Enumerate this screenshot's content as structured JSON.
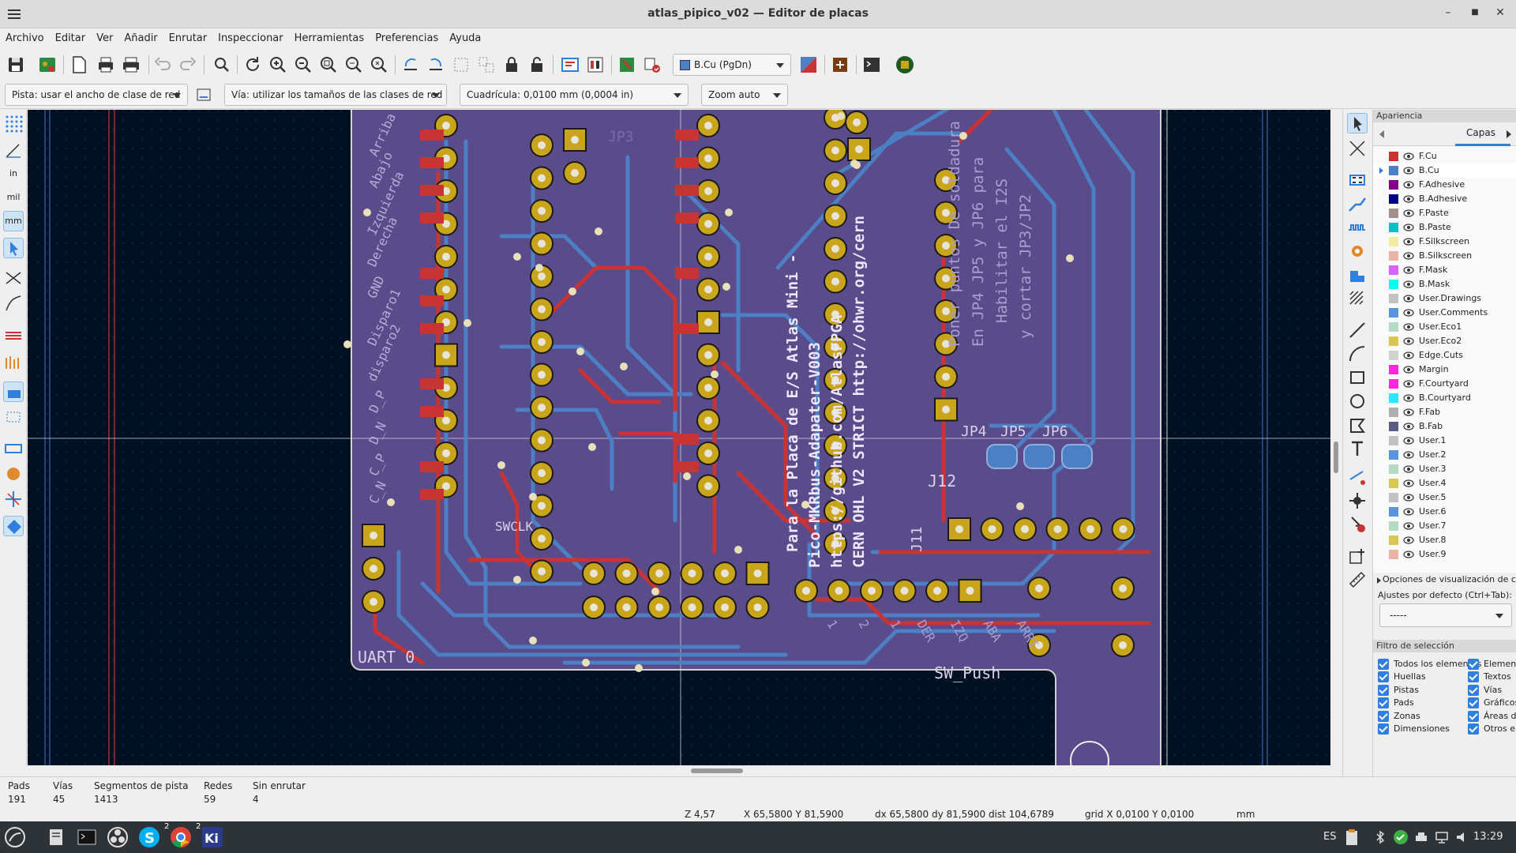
{
  "window": {
    "title": "atlas_pipico_v02 — Editor de placas"
  },
  "menu": [
    "Archivo",
    "Editar",
    "Ver",
    "Añadir",
    "Enrutar",
    "Inspeccionar",
    "Herramientas",
    "Preferencias",
    "Ayuda"
  ],
  "toolbar": {
    "layer_select": "B.Cu (PgDn)",
    "track_width": "Pista: usar el ancho de clase de red",
    "via_size": "Vía: utilizar los tamaños de las clases de red",
    "grid": "Cuadrícula: 0,0100 mm (0,0004 in)",
    "zoom": "Zoom auto"
  },
  "left_toolbar": {
    "in_label": "in",
    "mil_label": "mil",
    "mm_label": "mm"
  },
  "pcb_text": {
    "uart": "UART 0",
    "j12": "J12",
    "j11": "J11",
    "jp4": "JP4",
    "jp5": "JP5",
    "jp6": "JP6",
    "jp3": "JP3",
    "sw_push": "SW_Push",
    "swclk": "SWCLK",
    "note_es": "Poner puntos De soldadura",
    "note_es2": "En JP4 JP5 y JP6 para",
    "note_es3": "Habilitar el I2S",
    "note_es4": "y cortar JP3/JP2",
    "board_title": "Para la Placa de E/S Atlas Mini -",
    "board_sub": "Pico-MKRbus-Adapater-V003",
    "url1": "https://github.com/AtlasFPGA",
    "url2": "CERN OHL V2 STRICT http://ohwr.org/cern",
    "left_labels": [
      "Arriba",
      "Abajo",
      "Izquierda",
      "Derecha",
      "GND",
      "Disparo1",
      "disparo2",
      "D_P",
      "D_N",
      "C_P",
      "C_N"
    ],
    "bottom_labels": [
      "1",
      "2",
      "1",
      "DER",
      "IZQ",
      "ABA",
      "ARRI"
    ]
  },
  "appearance": {
    "header": "Apariencia",
    "tab": "Capas",
    "layers": [
      {
        "name": "F.Cu",
        "color": "#c83434"
      },
      {
        "name": "B.Cu",
        "color": "#4d7fc4"
      },
      {
        "name": "F.Adhesive",
        "color": "#84008b"
      },
      {
        "name": "B.Adhesive",
        "color": "#000084"
      },
      {
        "name": "F.Paste",
        "color": "#a09090"
      },
      {
        "name": "B.Paste",
        "color": "#00c2c2"
      },
      {
        "name": "F.Silkscreen",
        "color": "#f2eda1"
      },
      {
        "name": "B.Silkscreen",
        "color": "#e8b2a7"
      },
      {
        "name": "F.Mask",
        "color": "#d864ff"
      },
      {
        "name": "B.Mask",
        "color": "#02ffee"
      },
      {
        "name": "User.Drawings",
        "color": "#c2c2c2"
      },
      {
        "name": "User.Comments",
        "color": "#5994dc"
      },
      {
        "name": "User.Eco1",
        "color": "#b5dbc4"
      },
      {
        "name": "User.Eco2",
        "color": "#d8c852"
      },
      {
        "name": "Edge.Cuts",
        "color": "#d0d2cd"
      },
      {
        "name": "Margin",
        "color": "#ff26e2"
      },
      {
        "name": "F.Courtyard",
        "color": "#ff26e2"
      },
      {
        "name": "B.Courtyard",
        "color": "#26e9ff"
      },
      {
        "name": "F.Fab",
        "color": "#afafaf"
      },
      {
        "name": "B.Fab",
        "color": "#585d84"
      },
      {
        "name": "User.1",
        "color": "#c2c2c2"
      },
      {
        "name": "User.2",
        "color": "#5994dc"
      },
      {
        "name": "User.3",
        "color": "#b5dbc4"
      },
      {
        "name": "User.4",
        "color": "#d8c852"
      },
      {
        "name": "User.5",
        "color": "#c2c2c2"
      },
      {
        "name": "User.6",
        "color": "#5994dc"
      },
      {
        "name": "User.7",
        "color": "#b5dbc4"
      },
      {
        "name": "User.8",
        "color": "#d8c852"
      },
      {
        "name": "User.9",
        "color": "#e8b2a7"
      }
    ],
    "options_label": "Opciones de visualización de capa",
    "presets_label": "Ajustes por defecto (Ctrl+Tab):",
    "preset_value": "-----",
    "filter_header": "Filtro de selección",
    "filters_left": [
      "Todos los elementos",
      "Huellas",
      "Pistas",
      "Pads",
      "Zonas",
      "Dimensiones"
    ],
    "filters_right": [
      "Elementos bloqueados",
      "Textos",
      "Vías",
      "Gráficos",
      "Áreas de regla",
      "Otros elementos"
    ]
  },
  "stats": [
    {
      "label": "Pads",
      "value": "191"
    },
    {
      "label": "Vías",
      "value": "45"
    },
    {
      "label": "Segmentos de pista",
      "value": "1413"
    },
    {
      "label": "Redes",
      "value": "59"
    },
    {
      "label": "Sin enrutar",
      "value": "4"
    }
  ],
  "status": {
    "zoom": "Z 4,57",
    "xy": "X 65,5800  Y 81,5900",
    "delta": "dx 65,5800  dy 81,5900  dist 104,6789",
    "grid": "grid X 0,0100  Y 0,0100",
    "units": "mm"
  },
  "taskbar": {
    "lang": "ES",
    "time": "13:29",
    "badge_chrome": "2",
    "badge_kicad": "2"
  },
  "colors": {
    "board_bg": "#001023",
    "board_fill": "#5a4b8a",
    "fcu": "#c83434",
    "bcu": "#4d7fc4",
    "pad": "#c9a51b",
    "accent": "#2f7fe0"
  }
}
